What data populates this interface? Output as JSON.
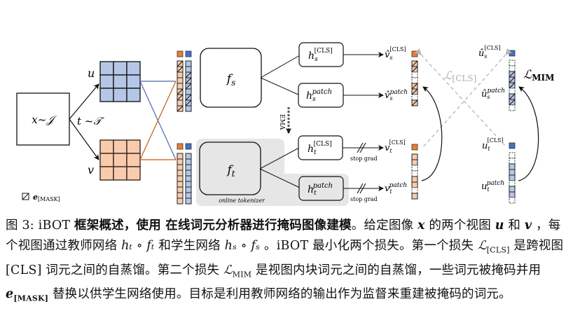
{
  "figure": {
    "input_label": "x~𝒥",
    "transform_label": "t ~𝒯",
    "view_u_label": "u",
    "view_v_label": "v",
    "student_backbone": "f",
    "student_backbone_sub": "s",
    "teacher_backbone": "f",
    "teacher_backbone_sub": "t",
    "online_tokenizer_label": "online tokenizer",
    "ema_label": "EMA",
    "heads": {
      "student_cls": {
        "base": "h",
        "sub": "s",
        "sup": "[CLS]"
      },
      "student_patch": {
        "base": "h",
        "sub": "s",
        "sup": "patch"
      },
      "teacher_cls": {
        "base": "h",
        "sub": "t",
        "sup": "[CLS]"
      },
      "teacher_patch": {
        "base": "h",
        "sub": "t",
        "sup": "patch"
      }
    },
    "outputs": {
      "v_s_cls": {
        "base": "v̂",
        "sub": "s",
        "sup": "[CLS]"
      },
      "v_s_patch": {
        "base": "v̂",
        "sub": "s",
        "sup": "patch"
      },
      "v_t_cls": {
        "base": "v",
        "sub": "t",
        "sup": "[CLS]"
      },
      "v_t_patch": {
        "base": "v",
        "sub": "t",
        "sup": "patch"
      },
      "u_s_cls": {
        "base": "û",
        "sub": "s",
        "sup": "[CLS]"
      },
      "u_s_patch": {
        "base": "û",
        "sub": "s",
        "sup": "patch"
      },
      "u_t_cls": {
        "base": "u",
        "sub": "t",
        "sup": "[CLS]"
      },
      "u_t_patch": {
        "base": "u",
        "sub": "t",
        "sup": "patch"
      }
    },
    "stop_grad_label": "stop grad",
    "loss_cls": {
      "base": "ℒ",
      "sub": "[CLS]"
    },
    "loss_mim": {
      "base": "ℒ",
      "sub": "MIM"
    },
    "legend": {
      "symbol": "e",
      "sub": "[MASK]"
    },
    "colors": {
      "blue_fill": "#b4c7e7",
      "blue_cls": "#4472c4",
      "orange_fill": "#f8cbad",
      "orange_cls": "#ed7d31",
      "line_blue": "#4a6aa8",
      "line_orange": "#c55a11",
      "tokenizer_bg": "#e7e6e6",
      "loss_gray": "#b0b0b0"
    },
    "student_u_masked": [
      1,
      1,
      0,
      0,
      1,
      1,
      0,
      1
    ],
    "student_v_masked": [
      0,
      1,
      1,
      1,
      0,
      1,
      1,
      0
    ]
  },
  "caption": {
    "fig_no": "图 3:",
    "lead": "iBOT",
    "bold_title": "框架概述，使用 在线词元分析器进行掩码图像建模",
    "s1": "。给定图像",
    "x": "x",
    "s2": "的两个视图",
    "u": "u",
    "and": "和",
    "v": "v",
    "s3": "，每个视图通过教师网络",
    "ht_ft": "hₜ ∘ fₜ",
    "s4": "和学生网络",
    "hs_fs": "hₛ ∘ fₛ",
    "s5": "。iBOT 最小化两个损失。第一个损失",
    "l_cls": "ℒ",
    "l_cls_sub": "[CLS]",
    "s6": "是跨视图 [CLS] 词元之间的自蒸馏。第二个损失",
    "l_mim": "ℒ",
    "l_mim_sub": "MIM",
    "s7": "是视图内块词元之间的自蒸馏，一些词元被掩码并用",
    "e_mask": "e",
    "e_mask_sub": "[MASK]",
    "s8": "替换以供学生网络使用。目标是利用教师网络的输出作为监督来重建被掩码的词元。"
  }
}
